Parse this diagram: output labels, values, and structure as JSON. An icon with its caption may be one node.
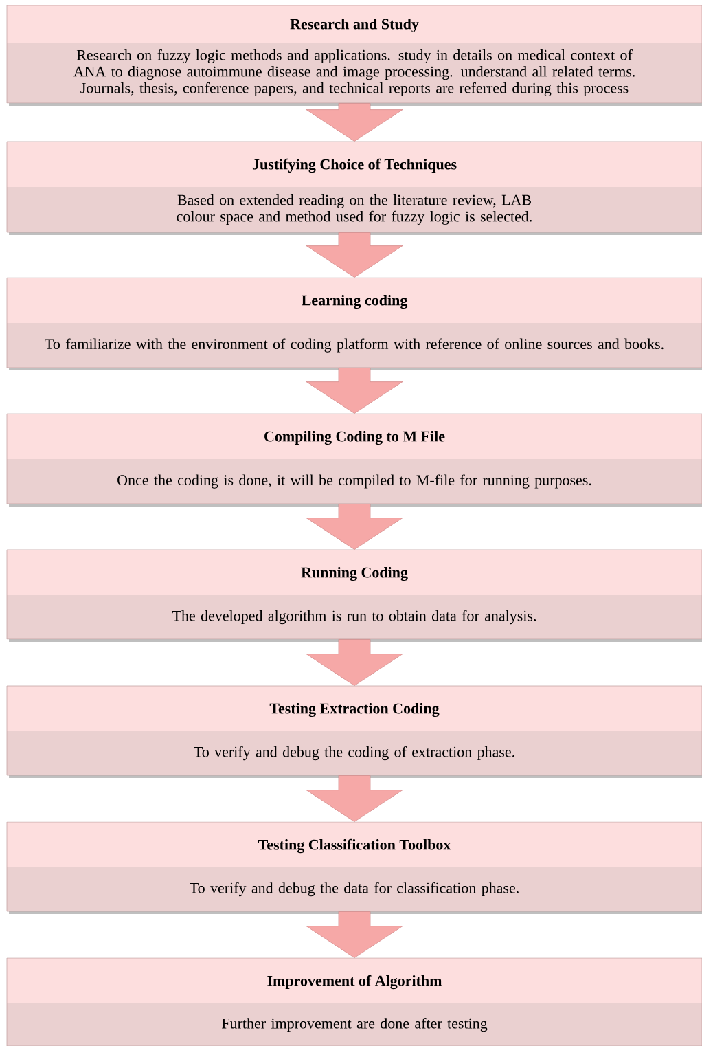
{
  "diagram": {
    "nodes": [
      {
        "text": [
          "Research and Study",
          "Research on fuzzy logic methods and applications. study in details on medical context of ANA to diagnose autoimmune disease and image processing. understand all related terms. Journals, thesis, conference papers, and technical reports are referred during this process"
        ]
      },
      {
        "text": [
          "Justifying Choice of Techniques",
          "Based on extended reading on the literature review, LAB colour space and method used for fuzzy logic is selected."
        ]
      },
      {
        "text": [
          "Learning coding",
          "To familiarize with the environment of coding platform with reference of online sources and books."
        ]
      },
      {
        "text": [
          "Compiling Coding to M File",
          "Once the coding is done, it will be compiled to M-file for running purposes."
        ]
      },
      {
        "text": [
          "Running Coding",
          "The developed algorithm is run to obtain data for analysis."
        ]
      },
      {
        "text": [
          "Testing Extraction Coding",
          "To verify and debug the coding of extraction phase."
        ]
      },
      {
        "text": [
          "Testing Classification Toolbox",
          "To verify and debug the data for classification phase."
        ]
      },
      {
        "text": [
          "Improvement of Algorithm",
          "Further improvement are done after testing"
        ]
      }
    ],
    "edges": [
      {
        "from": 0,
        "to": 1,
        "arrow": "to"
      },
      {
        "from": 1,
        "to": 2,
        "arrow": "to"
      },
      {
        "from": 2,
        "to": 3,
        "arrow": "to"
      },
      {
        "from": 3,
        "to": 4,
        "arrow": "to"
      },
      {
        "from": 4,
        "to": 5,
        "arrow": "to"
      },
      {
        "from": 5,
        "to": 6,
        "arrow": "to"
      },
      {
        "from": 6,
        "to": 7,
        "arrow": "to"
      }
    ]
  }
}
